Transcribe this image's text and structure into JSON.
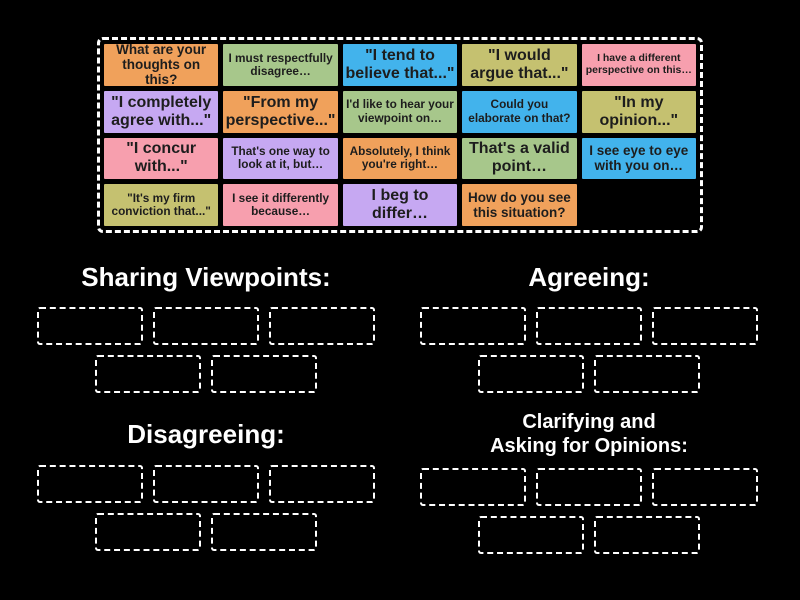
{
  "colors": {
    "orange": "#f0a15b",
    "green": "#a7c78b",
    "blue": "#42b3ec",
    "olive": "#c5c170",
    "pink": "#f79fae",
    "purple": "#c6a8f2",
    "background": "#000000",
    "border": "#ffffff",
    "tile_text": "#1d1d1d"
  },
  "bank": {
    "tiles": [
      {
        "text": "What are your thoughts on this?",
        "color": "orange",
        "size": "md"
      },
      {
        "text": "I must respectfully disagree…",
        "color": "green",
        "size": "sm"
      },
      {
        "text": "\"I tend to believe that...\"",
        "color": "blue",
        "size": "lg"
      },
      {
        "text": "\"I would argue that...\"",
        "color": "olive",
        "size": "lg"
      },
      {
        "text": "I have a different perspective on this…",
        "color": "pink",
        "size": "xs"
      },
      {
        "text": "\"I completely agree with...\"",
        "color": "purple",
        "size": "lg"
      },
      {
        "text": "\"From my perspective...\"",
        "color": "orange",
        "size": "lg"
      },
      {
        "text": "I'd like to hear your viewpoint on…",
        "color": "green",
        "size": "sm"
      },
      {
        "text": "Could you elaborate on that?",
        "color": "blue",
        "size": "sm"
      },
      {
        "text": "\"In my opinion...\"",
        "color": "olive",
        "size": "lg"
      },
      {
        "text": "\"I concur with...\"",
        "color": "pink",
        "size": "lg"
      },
      {
        "text": "That's one way to look at it, but…",
        "color": "purple",
        "size": "sm"
      },
      {
        "text": "Absolutely, I think you're right…",
        "color": "orange",
        "size": "sm"
      },
      {
        "text": "That's a valid point…",
        "color": "green",
        "size": "lg"
      },
      {
        "text": "I see eye to eye with you on…",
        "color": "blue",
        "size": "md"
      },
      {
        "text": "\"It's my firm conviction that...\"",
        "color": "olive",
        "size": "sm"
      },
      {
        "text": "I see it differently because…",
        "color": "pink",
        "size": "sm"
      },
      {
        "text": "I beg to differ…",
        "color": "purple",
        "size": "lg"
      },
      {
        "text": "How do you see this situation?",
        "color": "orange",
        "size": "md"
      }
    ]
  },
  "groups": [
    {
      "label": "Sharing Viewpoints:",
      "slots_row1": 3,
      "slots_row2": 2
    },
    {
      "label": "Agreeing:",
      "slots_row1": 3,
      "slots_row2": 2
    },
    {
      "label": "Disagreeing:",
      "slots_row1": 3,
      "slots_row2": 2
    },
    {
      "label": "Clarifying and\nAsking for Opinions:",
      "slots_row1": 3,
      "slots_row2": 2
    }
  ]
}
